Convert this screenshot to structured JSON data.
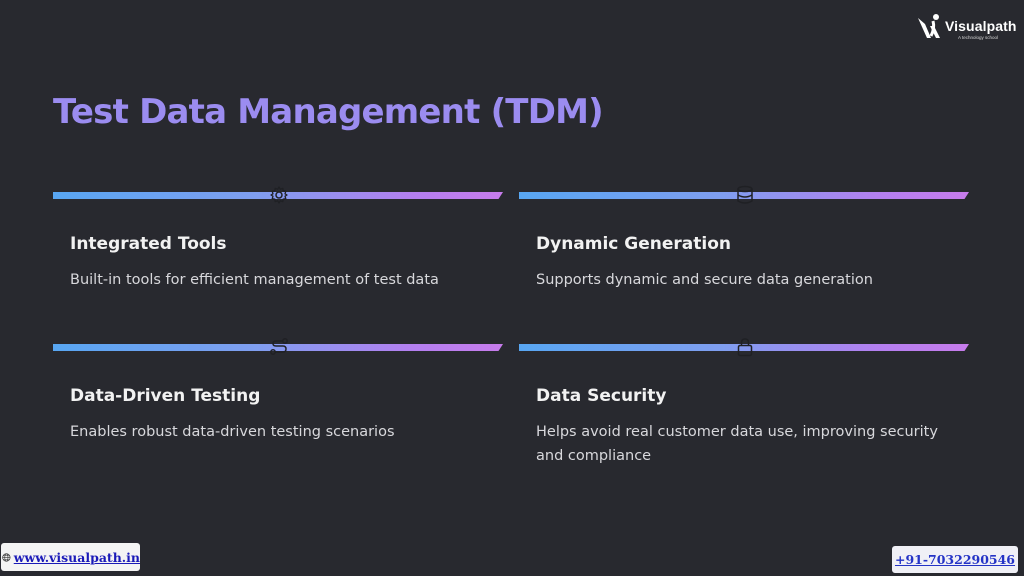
{
  "brand": {
    "name": "Visualpath",
    "tagline": "A technology school"
  },
  "page": {
    "title": "Test Data Management (TDM)"
  },
  "cards": [
    {
      "title": "Integrated Tools",
      "description": "Built-in tools for efficient management of test data",
      "icon": "gear-icon"
    },
    {
      "title": "Dynamic Generation",
      "description": "Supports dynamic and secure data generation",
      "icon": "database-icon"
    },
    {
      "title": "Data-Driven Testing",
      "description": "Enables robust data-driven testing scenarios",
      "icon": "route-icon"
    },
    {
      "title": "Data Security",
      "description": "Helps avoid real customer data use, improving security and compliance",
      "icon": "lock-icon"
    }
  ],
  "footer": {
    "website": "www.visualpath.in",
    "phone": "+91-7032290546"
  },
  "colors": {
    "background": "#28292f",
    "title": "#9b8cf0",
    "bar_start": "#58a6f2",
    "bar_end": "#c77cec"
  }
}
